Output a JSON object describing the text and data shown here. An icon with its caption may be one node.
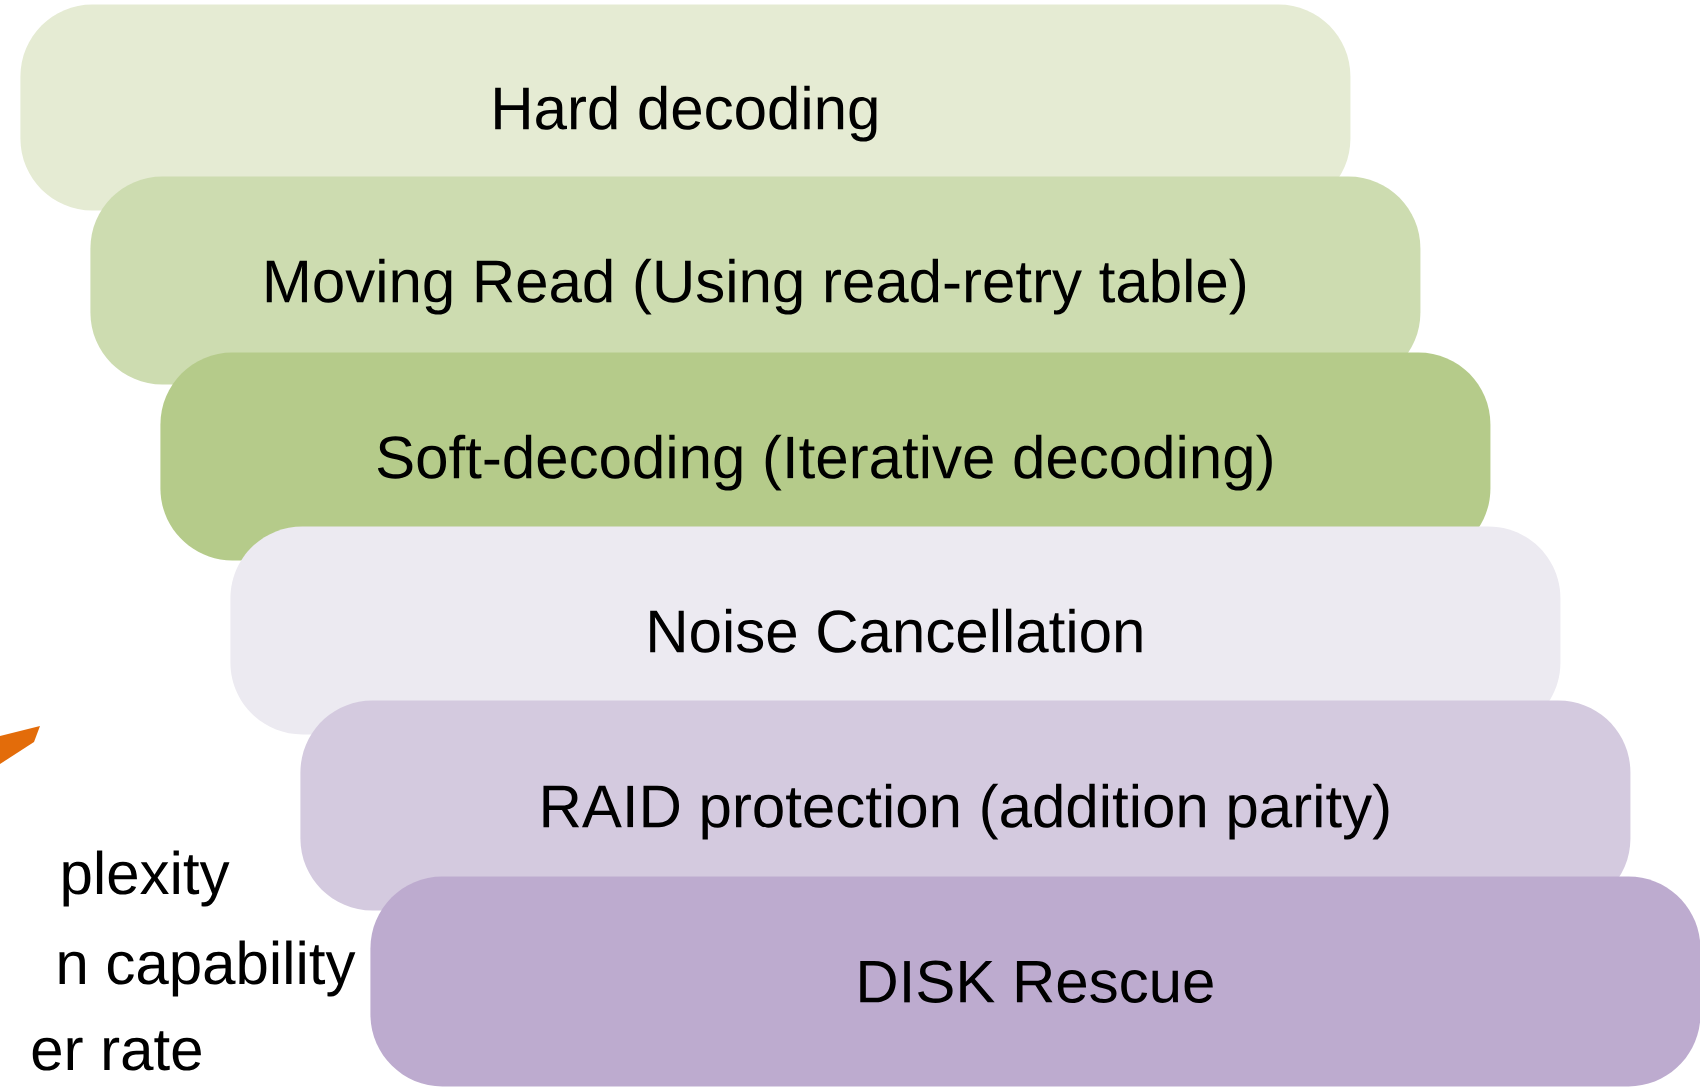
{
  "diagram": {
    "nodes": [
      {
        "text": [
          "Hard decoding"
        ]
      },
      {
        "text": [
          "Moving Read (Using read-retry table)"
        ]
      },
      {
        "text": [
          "Soft-decoding (Iterative decoding)"
        ]
      },
      {
        "text": [
          "Noise Cancellation"
        ]
      },
      {
        "text": [
          "RAID protection (addition parity)"
        ]
      },
      {
        "text": [
          "DISK Rescue"
        ]
      }
    ],
    "labels": [
      "plexity",
      "n capability",
      "er rate"
    ]
  }
}
